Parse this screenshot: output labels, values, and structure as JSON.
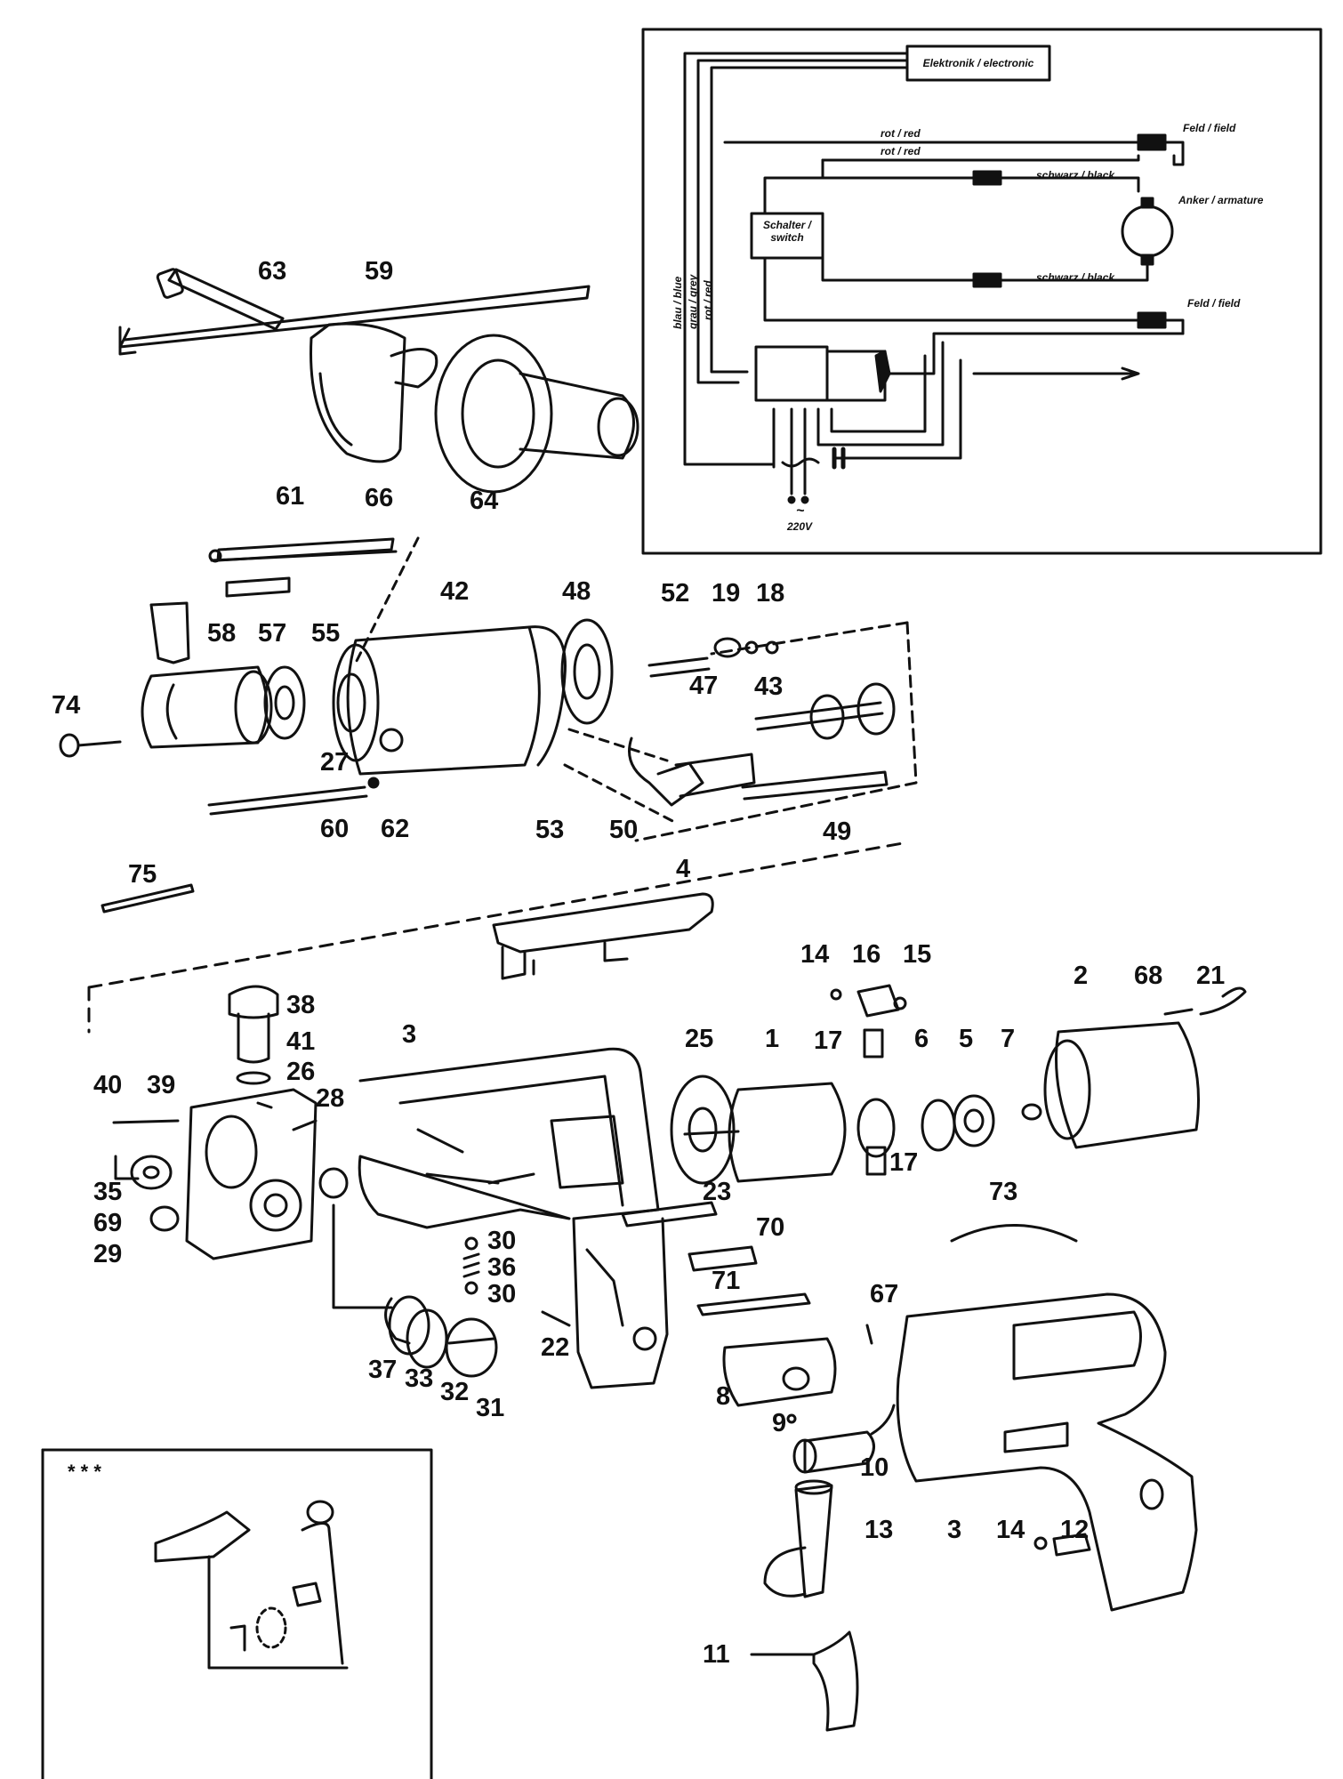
{
  "wiring": {
    "electronic": "Elektronik / electronic",
    "switch_de": "Schalter /",
    "switch_en": "switch",
    "rot_red_1": "rot / red",
    "rot_red_2": "rot / red",
    "field_1": "Feld / field",
    "field_2": "Feld / field",
    "schwarz_1": "schwarz / black",
    "schwarz_2": "schwarz / black",
    "armature": "Anker  / armature",
    "blau": "blau / blue",
    "grau": "grau / grey",
    "rot": "rot / red",
    "voltage": "220V",
    "symbol": "~"
  },
  "inset": {
    "marker": "* * *"
  },
  "parts": {
    "p63": "63",
    "p59": "59",
    "p66": "66",
    "p64": "64",
    "p61": "61",
    "p42": "42",
    "p48": "48",
    "p52": "52",
    "p19": "19",
    "p18": "18",
    "p58": "58",
    "p57": "57",
    "p55": "55",
    "p47": "47",
    "p43": "43",
    "p74": "74",
    "p27": "27",
    "p60": "60",
    "p62": "62",
    "p53": "53",
    "p50": "50",
    "p49": "49",
    "p75": "75",
    "p4": "4",
    "p14a": "14",
    "p16": "16",
    "p15": "15",
    "p2": "2",
    "p68": "68",
    "p21": "21",
    "p38": "38",
    "p3a": "3",
    "p25": "25",
    "p1": "1",
    "p17a": "17",
    "p6": "6",
    "p5": "5",
    "p7": "7",
    "p41": "41",
    "p26": "26",
    "p40": "40",
    "p39": "39",
    "p28": "28",
    "p35": "35",
    "p69": "69",
    "p29": "29",
    "p17b": "17",
    "p23": "23",
    "p73": "73",
    "p70": "70",
    "p30a": "30",
    "p36": "36",
    "p30b": "30",
    "p71": "71",
    "p67": "67",
    "p22": "22",
    "p37": "37",
    "p33": "33",
    "p32": "32",
    "p31": "31",
    "p8": "8",
    "p9": "9",
    "p10": "10",
    "p13": "13",
    "p3b": "3",
    "p14b": "14",
    "p12": "12",
    "p11": "11"
  }
}
